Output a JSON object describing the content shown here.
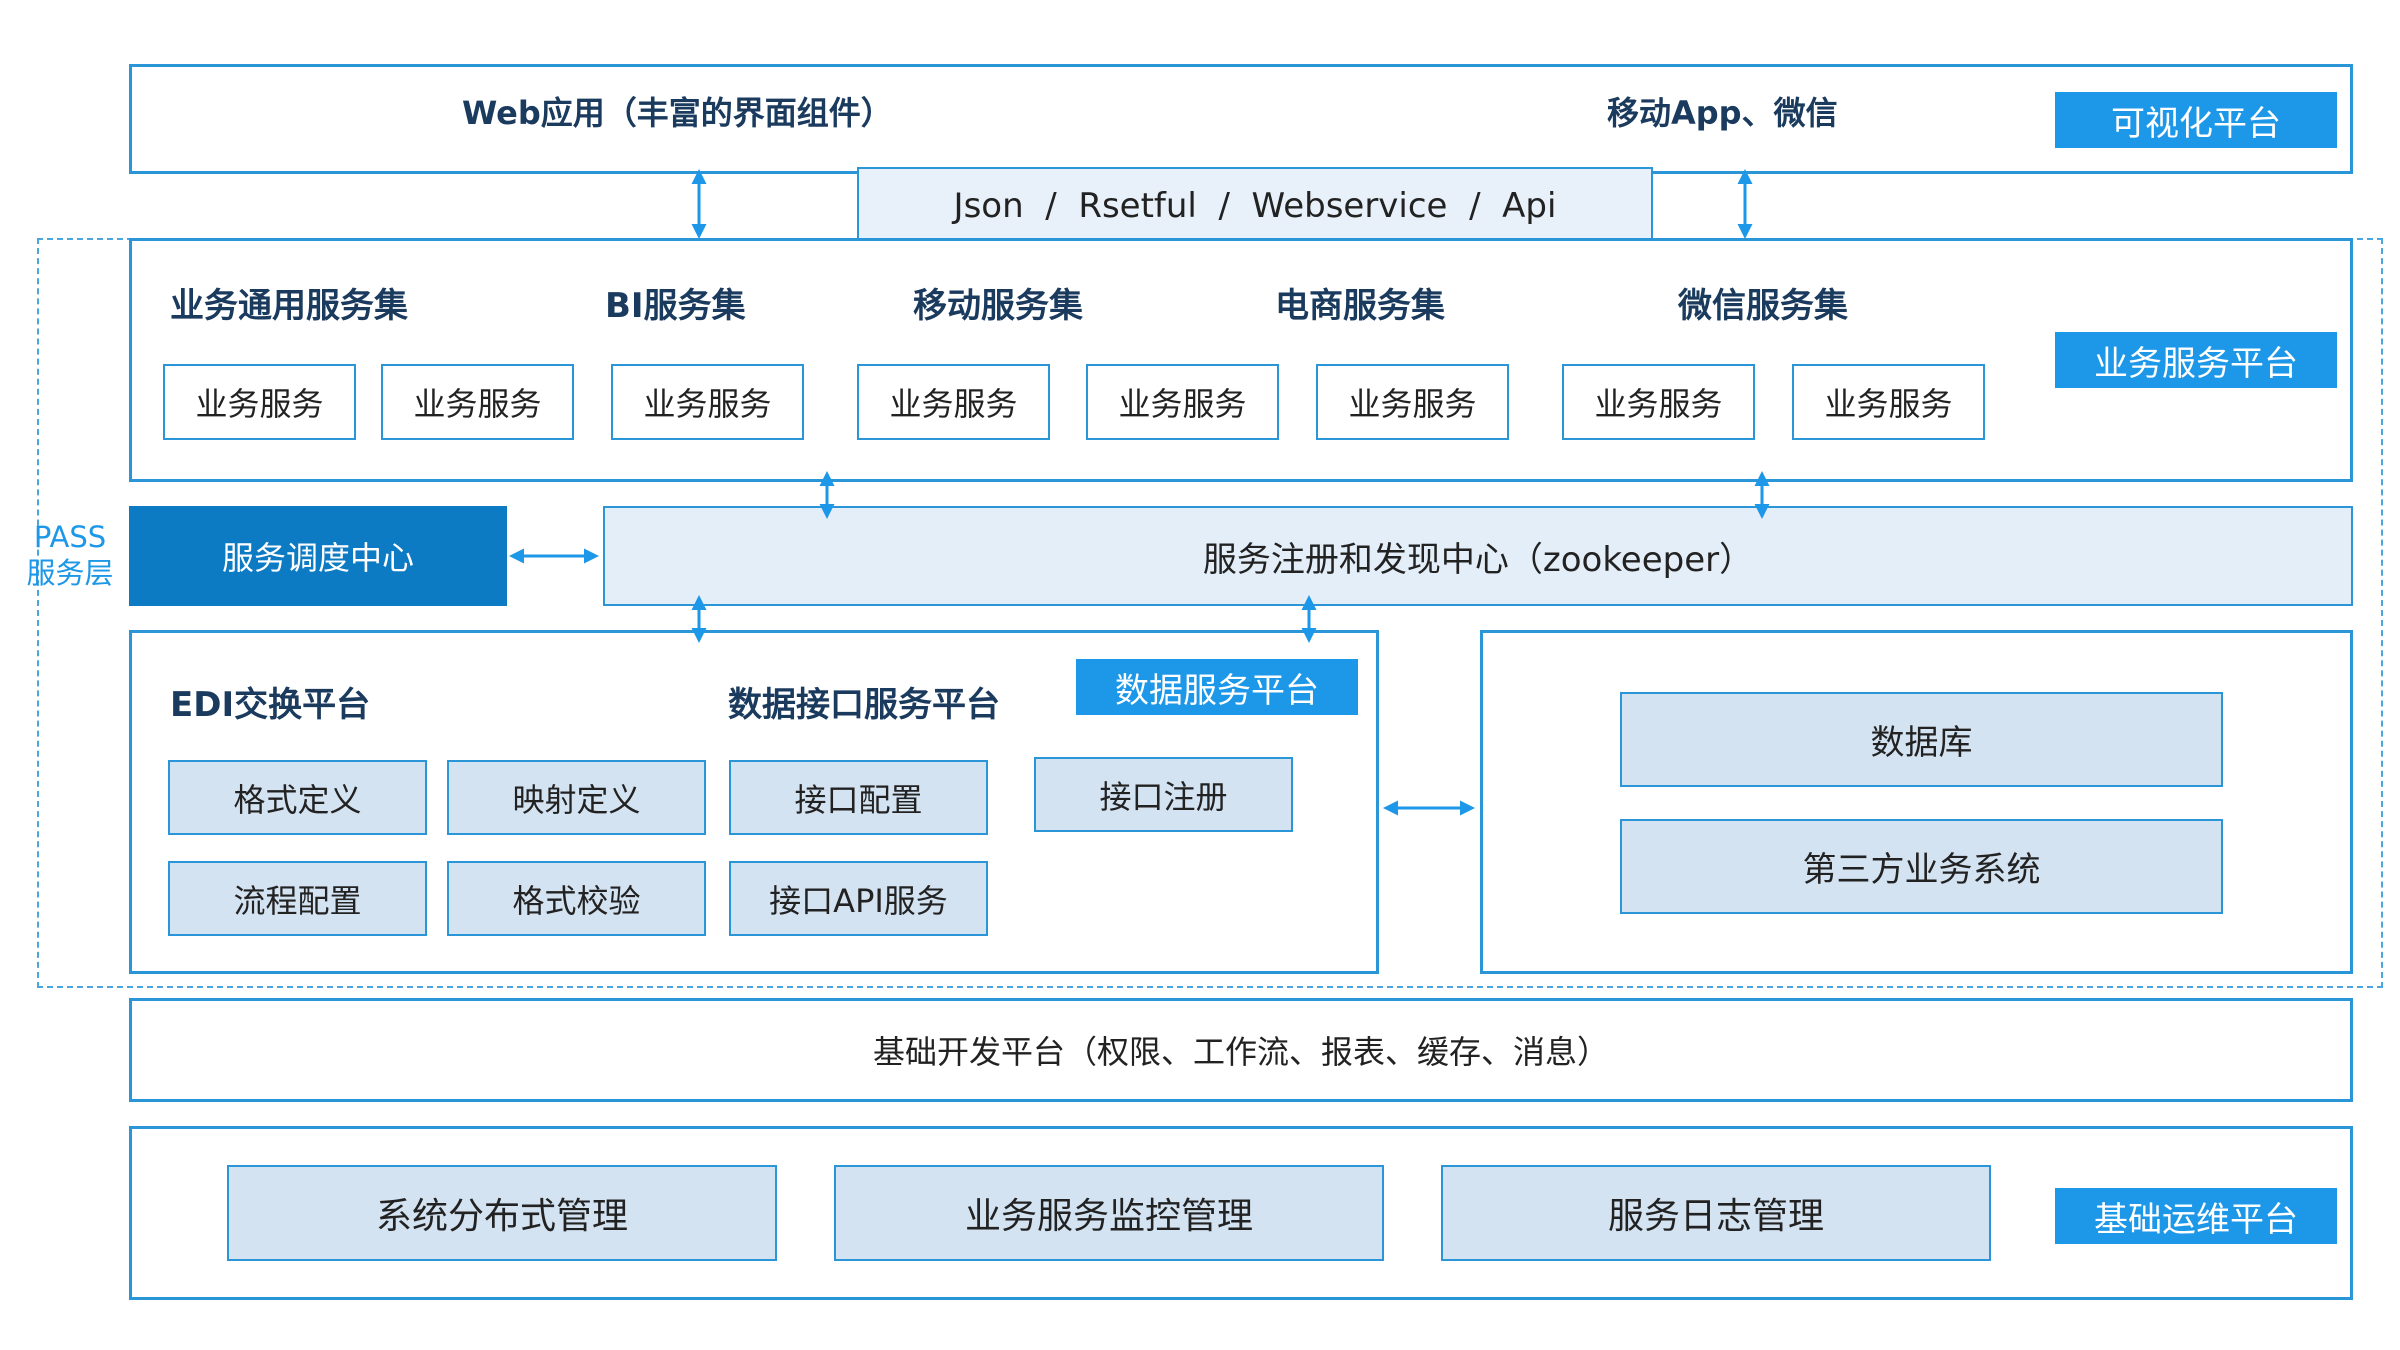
{
  "visual": {
    "web_app": "Web应用（丰富的界面组件）",
    "mobile": "移动App、微信",
    "tag": "可视化平台"
  },
  "api_bar": "Json  /  Rsetful  /  Webservice  /  Api",
  "business": {
    "tag": "业务服务平台",
    "groups": [
      "业务通用服务集",
      "BI服务集",
      "移动服务集",
      "电商服务集",
      "微信服务集"
    ],
    "service_label": "业务服务"
  },
  "pass_label": "PASS\n服务层",
  "scheduler": "服务调度中心",
  "registry": "服务注册和发现中心（zookeeper）",
  "data": {
    "edi_title": "EDI交换平台",
    "iface_title": "数据接口服务平台",
    "tag": "数据服务平台",
    "format_def": "格式定义",
    "mapping_def": "映射定义",
    "iface_config": "接口配置",
    "iface_register": "接口注册",
    "flow_config": "流程配置",
    "format_check": "格式校验",
    "iface_api": "接口API服务"
  },
  "storage": {
    "database": "数据库",
    "third_party": "第三方业务系统"
  },
  "foundation": "基础开发平台（权限、工作流、报表、缓存、消息）",
  "ops": {
    "tag": "基础运维平台",
    "distributed": "系统分布式管理",
    "monitor": "业务服务监控管理",
    "logs": "服务日志管理"
  },
  "colors": {
    "accent": "#1d97e8",
    "border": "#2a96d8",
    "box_fill": "#d4e3f2",
    "dark_box": "#0d7ac4",
    "heading": "#1a3a5e"
  }
}
